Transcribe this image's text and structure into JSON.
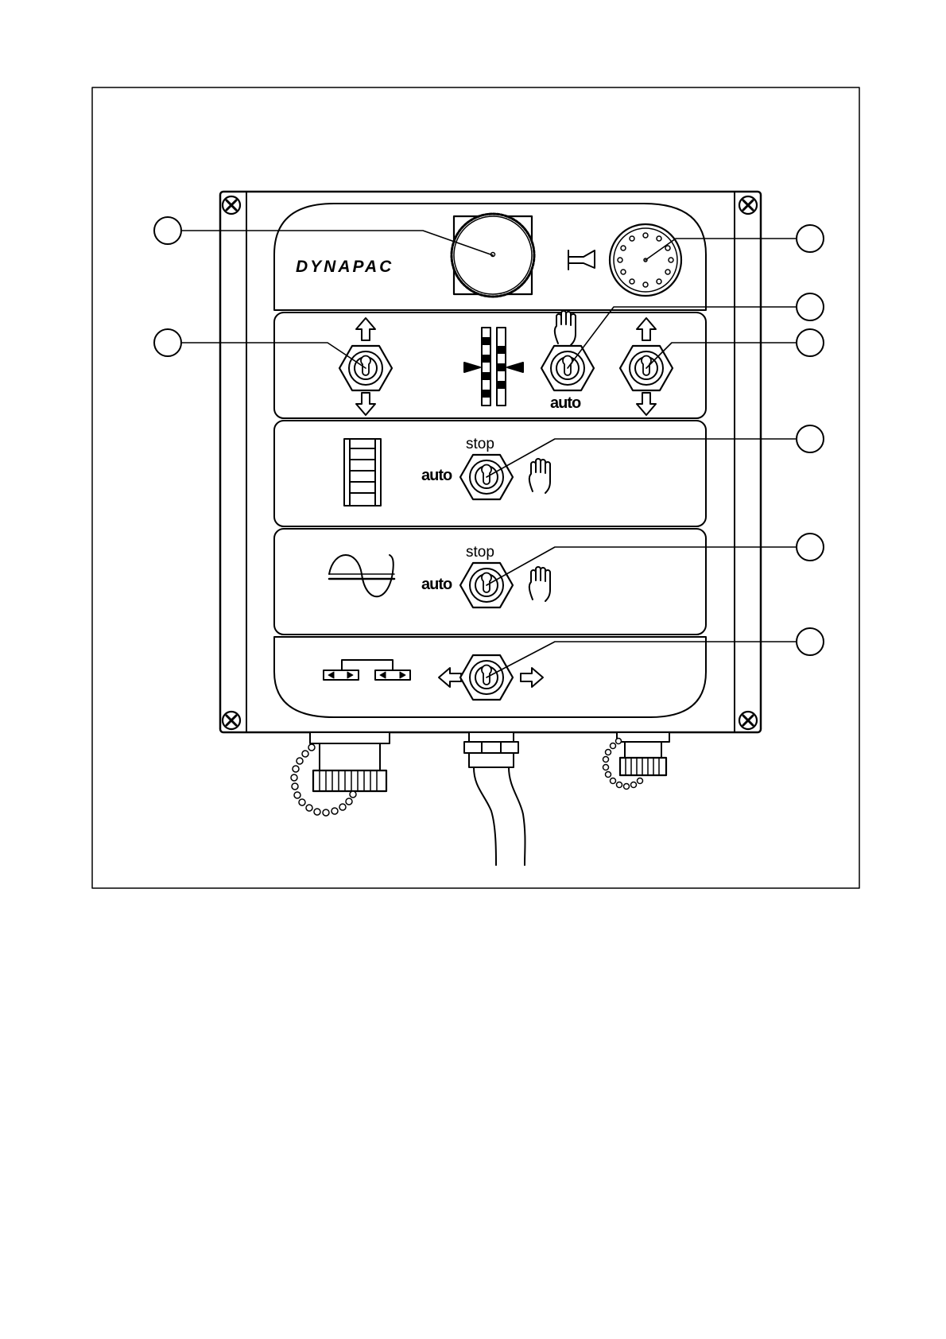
{
  "panel": {
    "brand": "DYNAPAC",
    "row2": {
      "center_switch_label": "auto"
    },
    "row3": {
      "left_label": "auto",
      "top_label": "stop"
    },
    "row4": {
      "left_label": "auto",
      "top_label": "stop"
    }
  },
  "icons": {
    "horn": "horn-icon",
    "hand": "hand-icon",
    "arrow_up": "arrow-up-icon",
    "arrow_down": "arrow-down-icon",
    "arrow_left": "arrow-left-icon",
    "arrow_right": "arrow-right-icon",
    "conveyor": "conveyor-icon",
    "auger": "auger-icon",
    "screed": "screed-width-icon",
    "sensor": "sensor-bars-icon"
  },
  "callouts": [
    "",
    "",
    "",
    "",
    "",
    "",
    ""
  ],
  "colors": {
    "ink": "#000000",
    "paper": "#ffffff"
  }
}
